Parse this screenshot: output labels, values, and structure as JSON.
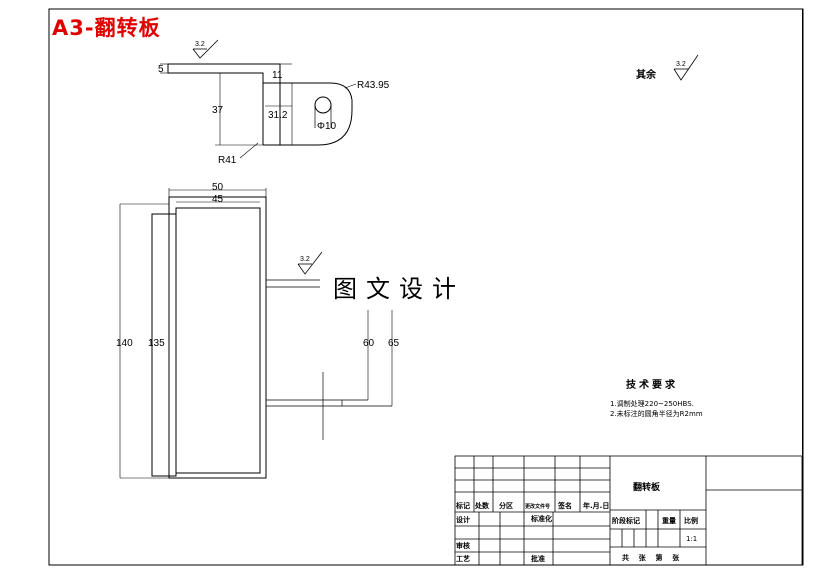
{
  "title_banner": "A3-翻转板",
  "watermark": "图文设计",
  "roughness": {
    "r1": "3.2",
    "r2": "3.2",
    "r3": "3.2",
    "rest_label": "其余"
  },
  "dims": {
    "d5": "5",
    "d11": "11",
    "d37": "37",
    "d31": "31.2",
    "r43": "R43.95",
    "phi10": "Φ10",
    "r41": "R41",
    "d50": "50",
    "d45": "45",
    "d140": "140",
    "d135": "135",
    "d60": "60",
    "d65": "65"
  },
  "tech": {
    "heading": "技术要求",
    "line1": "1.调制处理220~250HBS.",
    "line2": "2.未标注的圆角半径为R2mm"
  },
  "title_block": {
    "part_name": "翻转板",
    "mark": "标记",
    "count": "处数",
    "zone": "分区",
    "change_doc": "更改文件号",
    "sign": "签名",
    "date": "年.月.日",
    "design": "设计",
    "standard": "标准化",
    "stage_mark": "阶段标记",
    "weight": "重量",
    "scale_lbl": "比例",
    "scale": "1:1",
    "review": "审核",
    "process": "工艺",
    "approve": "批准",
    "sheets": "共    张    第    张"
  }
}
